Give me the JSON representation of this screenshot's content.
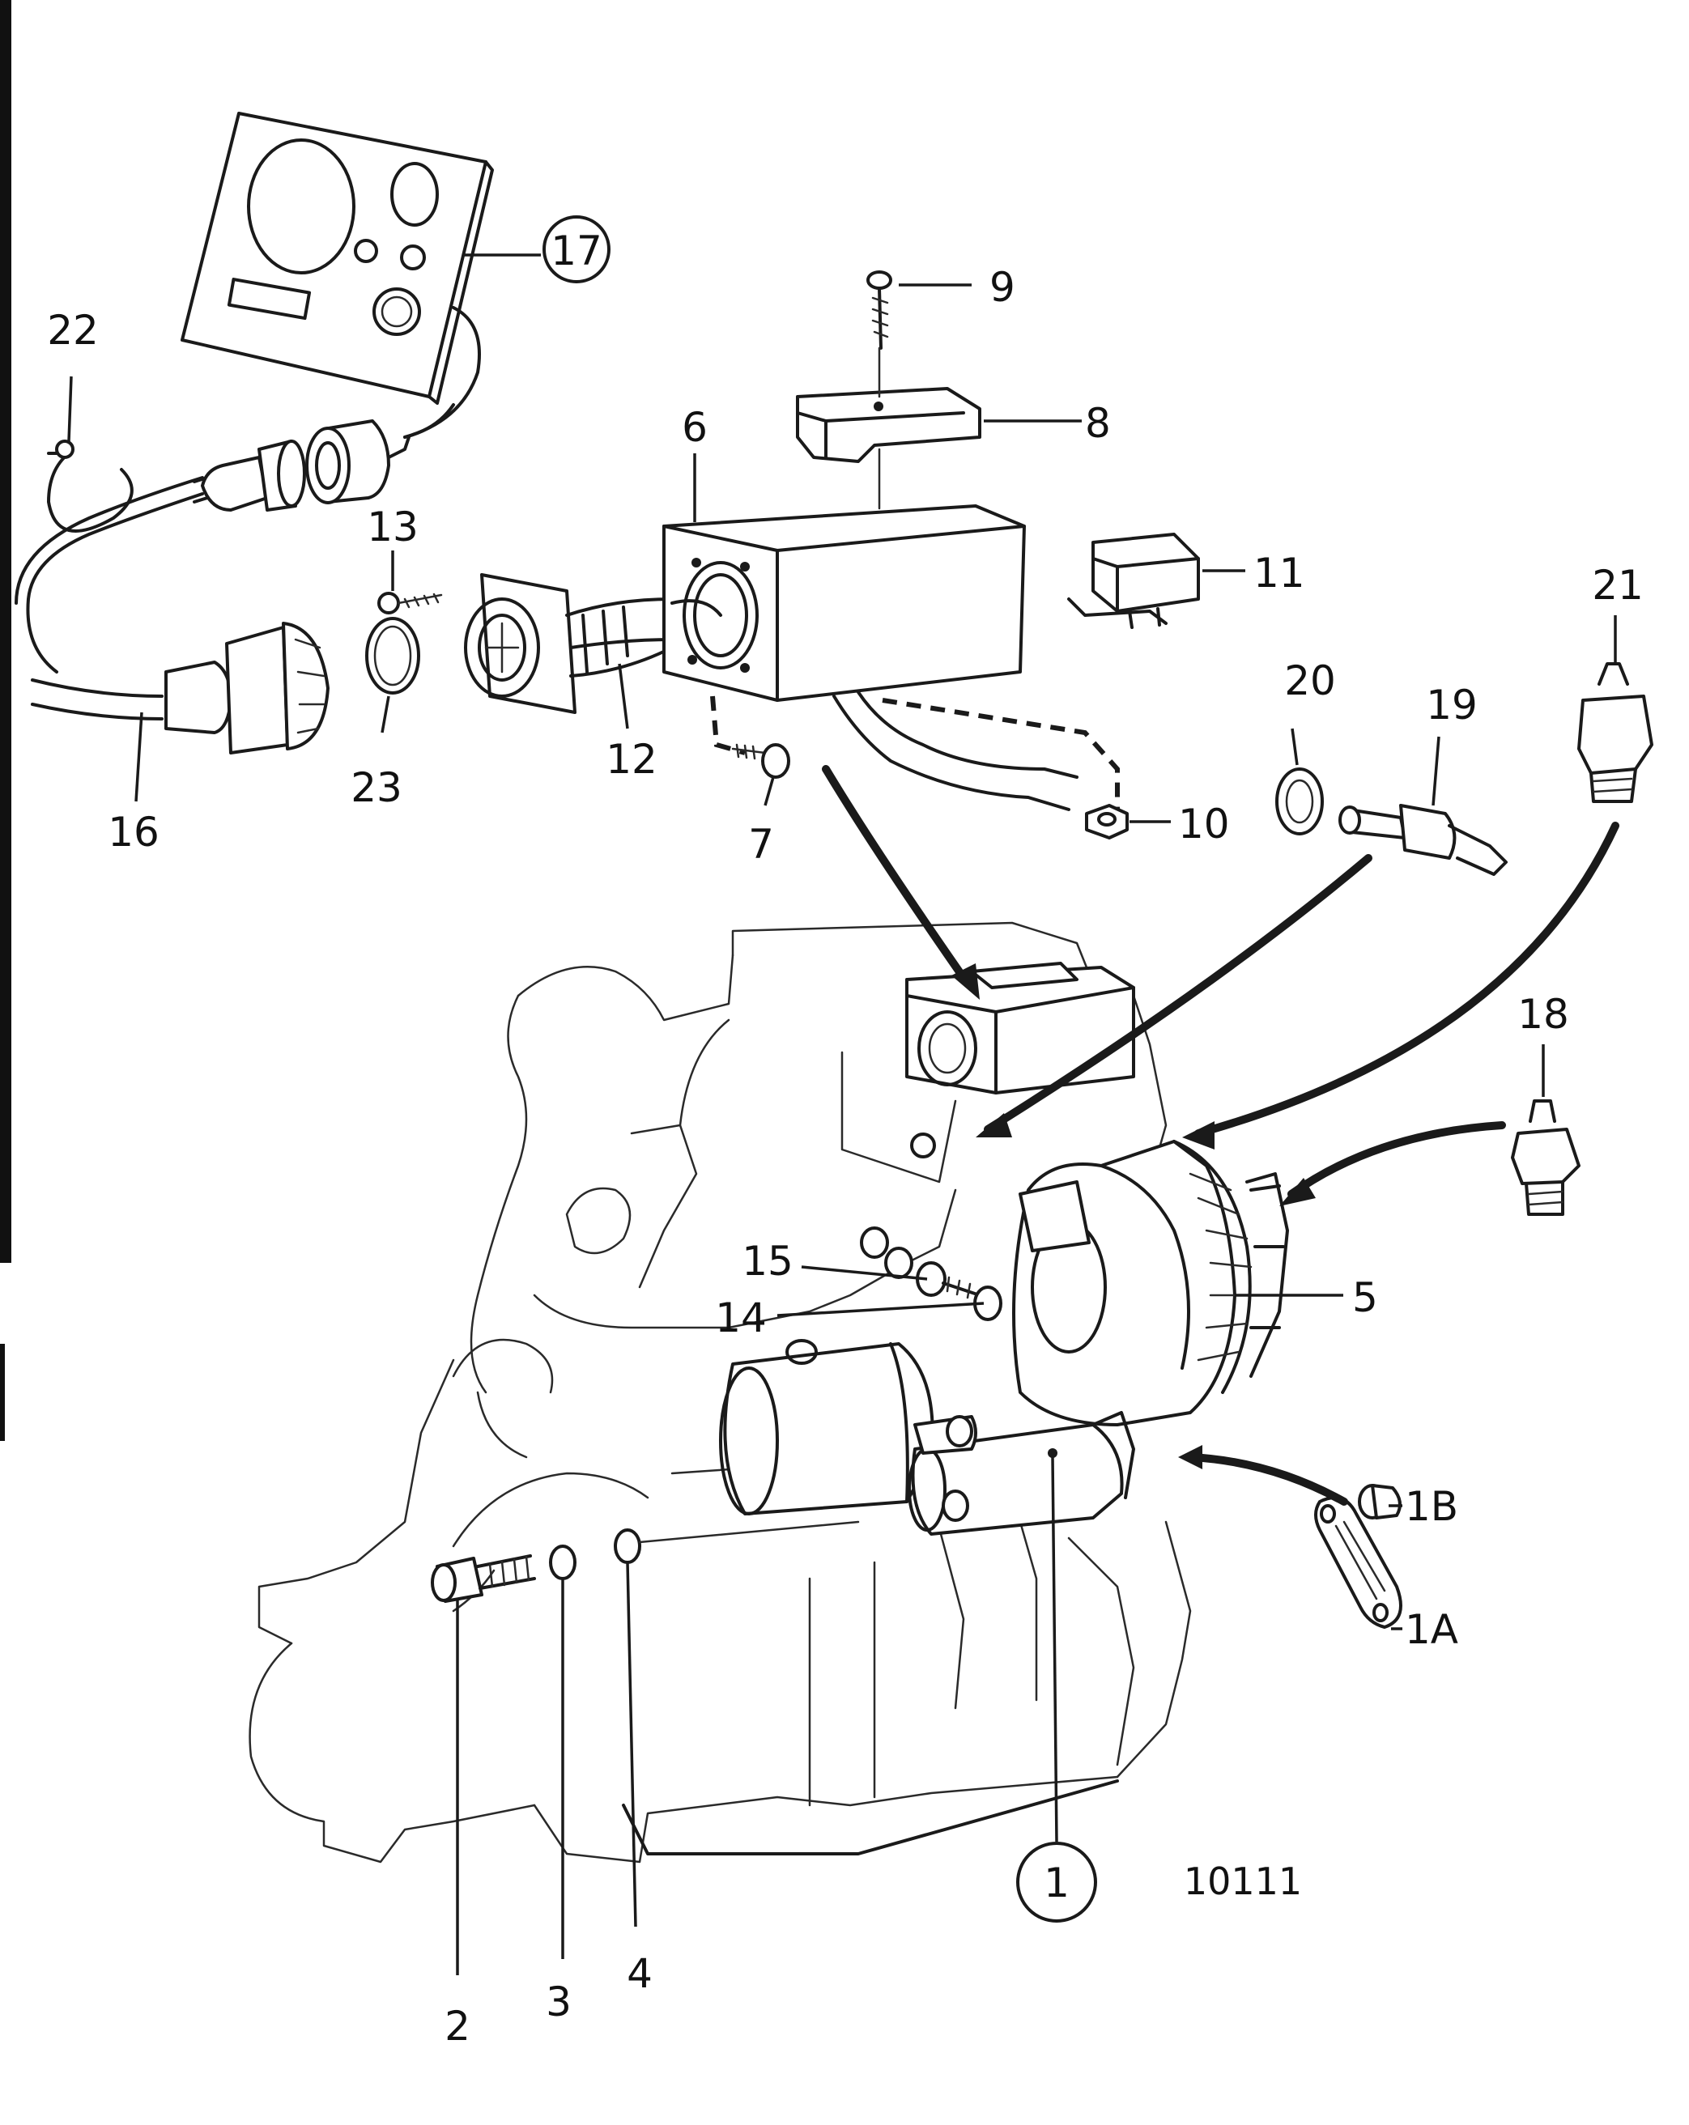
{
  "diagram": {
    "reference_number": "10111",
    "callouts": [
      {
        "id": "1",
        "label": "1",
        "circled": true
      },
      {
        "id": "1A",
        "label": "1A",
        "circled": false
      },
      {
        "id": "1B",
        "label": "1B",
        "circled": false
      },
      {
        "id": "2",
        "label": "2",
        "circled": false
      },
      {
        "id": "3",
        "label": "3",
        "circled": false
      },
      {
        "id": "4",
        "label": "4",
        "circled": false
      },
      {
        "id": "5",
        "label": "5",
        "circled": false
      },
      {
        "id": "6",
        "label": "6",
        "circled": false
      },
      {
        "id": "7",
        "label": "7",
        "circled": false
      },
      {
        "id": "8",
        "label": "8",
        "circled": false
      },
      {
        "id": "9",
        "label": "9",
        "circled": false
      },
      {
        "id": "10",
        "label": "10",
        "circled": false
      },
      {
        "id": "11",
        "label": "11",
        "circled": false
      },
      {
        "id": "12",
        "label": "12",
        "circled": false
      },
      {
        "id": "13",
        "label": "13",
        "circled": false
      },
      {
        "id": "14",
        "label": "14",
        "circled": false
      },
      {
        "id": "15",
        "label": "15",
        "circled": false
      },
      {
        "id": "16",
        "label": "16",
        "circled": false
      },
      {
        "id": "17",
        "label": "17",
        "circled": true
      },
      {
        "id": "18",
        "label": "18",
        "circled": false
      },
      {
        "id": "19",
        "label": "19",
        "circled": false
      },
      {
        "id": "20",
        "label": "20",
        "circled": false
      },
      {
        "id": "21",
        "label": "21",
        "circled": false
      },
      {
        "id": "22",
        "label": "22",
        "circled": false
      },
      {
        "id": "23",
        "label": "23",
        "circled": false
      }
    ]
  }
}
